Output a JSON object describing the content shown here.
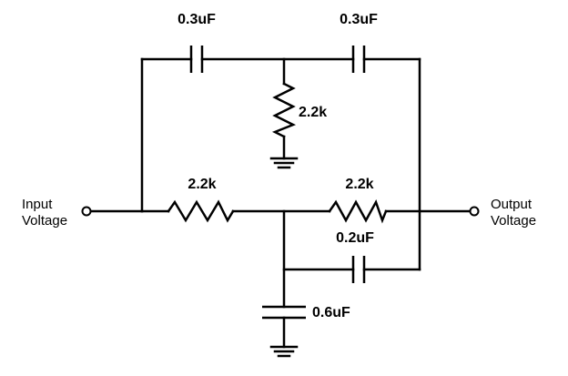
{
  "diagram": {
    "input_terminal": {
      "label_line1": "Input",
      "label_line2": "Voltage"
    },
    "output_terminal": {
      "label_line1": "Output",
      "label_line2": "Voltage"
    },
    "top_capacitor_left": {
      "value": "0.3uF"
    },
    "top_capacitor_right": {
      "value": "0.3uF"
    },
    "shunt_resistor_top": {
      "value": "2.2k"
    },
    "series_resistor_left": {
      "value": "2.2k"
    },
    "series_resistor_right": {
      "value": "2.2k"
    },
    "bridge_capacitor": {
      "value": "0.2uF"
    },
    "shunt_capacitor_bottom": {
      "value": "0.6uF"
    }
  }
}
